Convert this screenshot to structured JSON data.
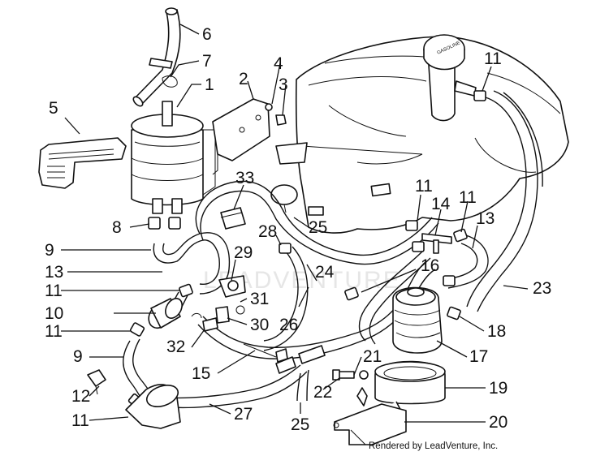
{
  "diagram": {
    "credit": "Rendered by LeadVenture, Inc.",
    "watermark": "LEADVENTURE",
    "cap_text": "GASOLINE",
    "labels": [
      "6",
      "7",
      "1",
      "5",
      "4",
      "3",
      "2",
      "11",
      "33",
      "8",
      "28",
      "25",
      "11",
      "14",
      "11",
      "13",
      "9",
      "29",
      "24",
      "16",
      "13",
      "23",
      "11",
      "31",
      "10",
      "30",
      "26",
      "18",
      "11",
      "32",
      "21",
      "17",
      "9",
      "15",
      "19",
      "22",
      "12",
      "27",
      "25",
      "20",
      "11"
    ]
  }
}
